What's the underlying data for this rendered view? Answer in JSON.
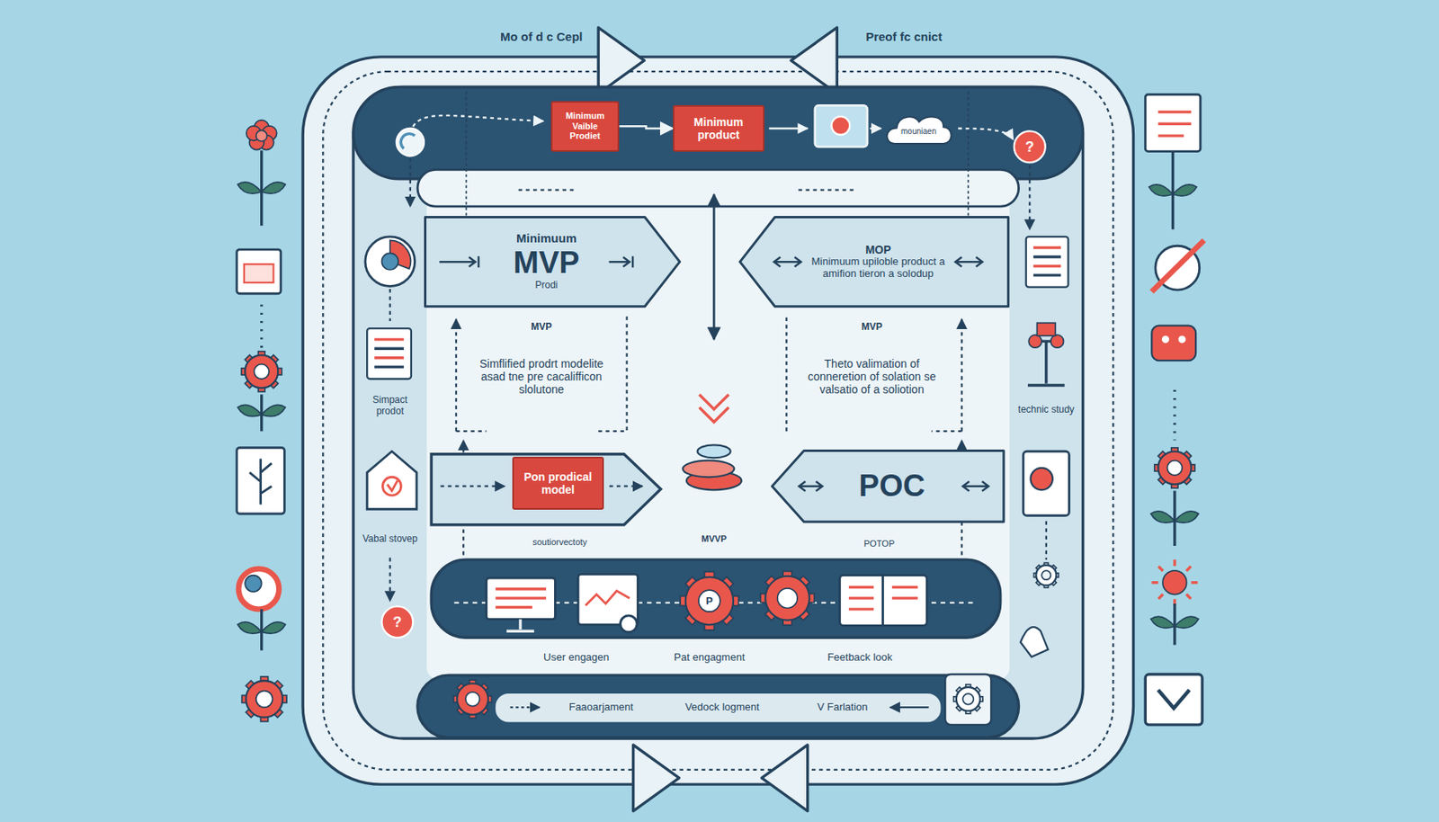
{
  "diagram": {
    "nodes": [
      {
        "text": [
          "Minimum Vaible Prodiet"
        ]
      },
      {
        "text": [
          "Minimum product"
        ]
      },
      {
        "text": [
          "mouniaen"
        ]
      },
      {
        "text": [
          "Minimuum",
          "MVP",
          "Prodi"
        ]
      },
      {
        "text": [
          "MOP",
          "Minimuum upiloble product a amifion tieron a solodup"
        ]
      },
      {
        "text": [
          "Pon prodical model"
        ]
      },
      {
        "text": [
          "POC"
        ]
      }
    ],
    "edges": [
      {
        "from": 0,
        "to": 1,
        "arrow": "to"
      }
    ],
    "labels": [
      "Mo of d c Cepl",
      "Preof fc cnict",
      "MVP",
      "Simflified prodrt modelite asad tne pre cacalifficon slolutone",
      "MVP",
      "Theto valimation of conneretion of solation se valsatio of a soliotion",
      "Simpact prodot",
      "Vabal stovep",
      "technic study",
      "soutiorvectoty",
      "MVVP",
      "POTOP",
      "User engagen",
      "Pat engagment",
      "Feetback look",
      "Faaoarjament",
      "Vedock logment",
      "V Farlation",
      "?",
      "?",
      "P"
    ]
  }
}
